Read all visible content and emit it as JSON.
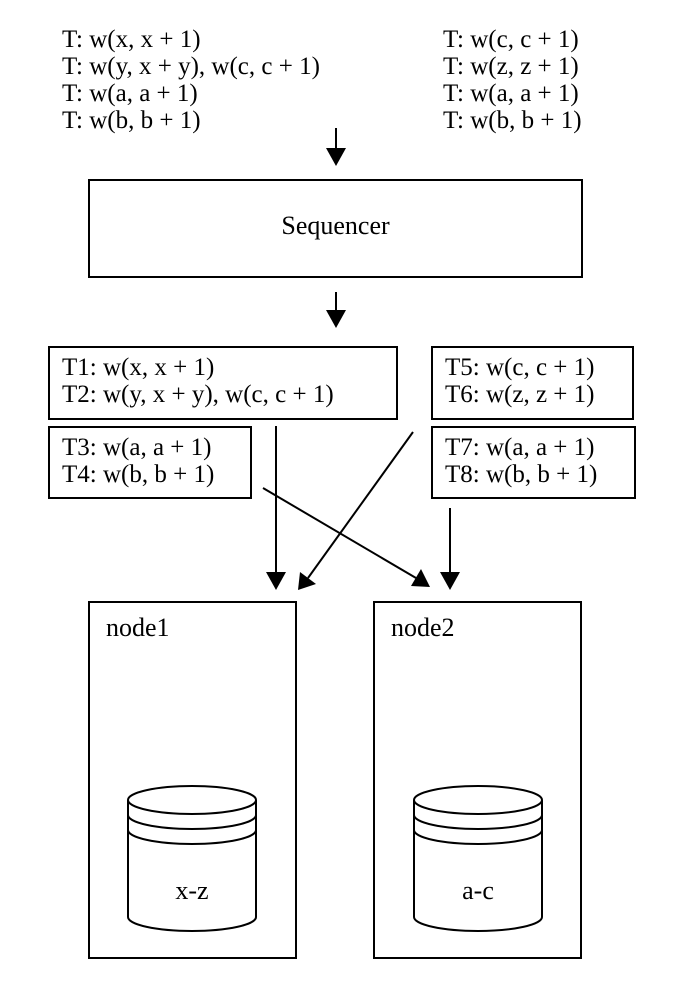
{
  "inputs": {
    "left": [
      "T: w(x, x + 1)",
      "T: w(y, x + y), w(c, c + 1)",
      "T: w(a, a + 1)",
      "T: w(b, b + 1)"
    ],
    "right": [
      "T: w(c, c + 1)",
      "T: w(z, z + 1)",
      "T: w(a, a + 1)",
      "T: w(b, b + 1)"
    ]
  },
  "sequencer": {
    "label": "Sequencer"
  },
  "batches": {
    "b1": [
      "T1: w(x, x + 1)",
      "T2: w(y, x + y), w(c, c + 1)"
    ],
    "b2": [
      "T3: w(a, a + 1)",
      "T4: w(b, b + 1)"
    ],
    "b3": [
      "T5: w(c, c + 1)",
      "T6: w(z, z + 1)"
    ],
    "b4": [
      "T7: w(a, a + 1)",
      "T8: w(b, b + 1)"
    ]
  },
  "nodes": {
    "node1": {
      "label": "node1",
      "range": "x-z"
    },
    "node2": {
      "label": "node2",
      "range": "a-c"
    }
  }
}
